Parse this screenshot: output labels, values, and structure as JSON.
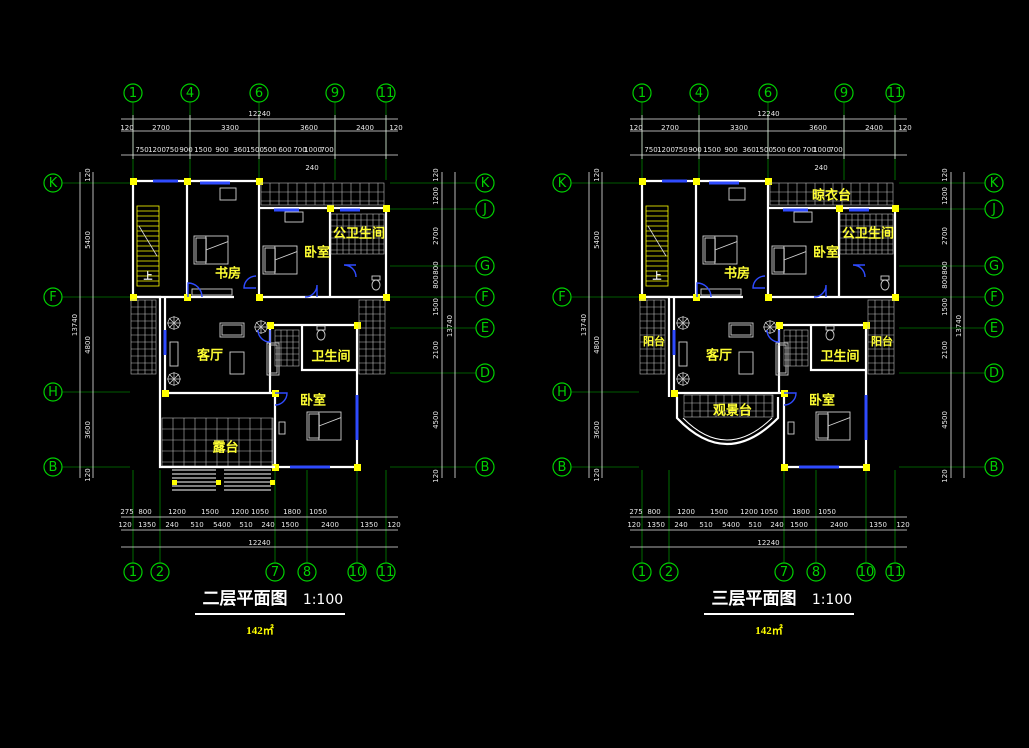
{
  "drawing": {
    "background": "#000000",
    "axis_color": "#00d000",
    "wall_color": "#ffffff",
    "label_color": "#ffff33",
    "window_color": "#2f4bff"
  },
  "plans": [
    {
      "id": "floor2",
      "title": "二层平面图",
      "scale": "1:100",
      "area": "142㎡",
      "top_axes": [
        "1",
        "4",
        "6",
        "9",
        "11"
      ],
      "bottom_axes": [
        "1",
        "2",
        "7",
        "8",
        "10",
        "11"
      ],
      "left_axes": [
        "K",
        "F",
        "H",
        "B"
      ],
      "right_axes": [
        "K",
        "J",
        "G",
        "F",
        "E",
        "D",
        "B"
      ],
      "top_overall": "12240",
      "top_row1": [
        "120",
        "2700",
        "3300",
        "3600",
        "2400",
        "120"
      ],
      "top_row2": [
        "750",
        "1200",
        "750",
        "900",
        "1500",
        "900",
        "360",
        "1500",
        "500",
        "600",
        "700",
        "1000",
        "700"
      ],
      "top_small": "240",
      "bottom_row1": [
        "275",
        "800",
        "1200",
        "1500",
        "1200",
        "1050",
        "1800",
        "1050"
      ],
      "bottom_row2": [
        "120",
        "1350",
        "240",
        "510",
        "5400",
        "510",
        "240",
        "1500",
        "2400",
        "1350",
        "120"
      ],
      "bottom_overall": "12240",
      "left_dims": [
        "120",
        "5400",
        "13740",
        "4800",
        "3600",
        "120"
      ],
      "right_dims": [
        "120",
        "1200",
        "2700",
        "800",
        "800",
        "1500",
        "13740",
        "2100",
        "4500",
        "120"
      ],
      "rooms": {
        "study": "书房",
        "bedroom_upper": "卧室",
        "public_bath": "公卫生间",
        "living": "客厅",
        "bath": "卫生间",
        "bedroom_lower": "卧室",
        "terrace": "露台",
        "stair_up": "上"
      }
    },
    {
      "id": "floor3",
      "title": "三层平面图",
      "scale": "1:100",
      "area": "142㎡",
      "top_axes": [
        "1",
        "4",
        "6",
        "9",
        "11"
      ],
      "bottom_axes": [
        "1",
        "2",
        "7",
        "8",
        "10",
        "11"
      ],
      "left_axes": [
        "K",
        "F",
        "H",
        "B"
      ],
      "right_axes": [
        "K",
        "J",
        "G",
        "F",
        "E",
        "D",
        "B"
      ],
      "top_overall": "12240",
      "top_row1": [
        "120",
        "2700",
        "3300",
        "3600",
        "2400",
        "120"
      ],
      "top_row2": [
        "750",
        "1200",
        "750",
        "900",
        "1500",
        "900",
        "360",
        "1500",
        "500",
        "600",
        "700",
        "1000",
        "700"
      ],
      "top_small": "240",
      "bottom_row1": [
        "275",
        "800",
        "1200",
        "1500",
        "1200",
        "1050",
        "1800",
        "1050"
      ],
      "bottom_row2": [
        "120",
        "1350",
        "240",
        "510",
        "5400",
        "510",
        "240",
        "1500",
        "2400",
        "1350",
        "120"
      ],
      "bottom_overall": "12240",
      "left_dims": [
        "120",
        "5400",
        "13740",
        "4800",
        "3600",
        "120"
      ],
      "right_dims": [
        "120",
        "1200",
        "2700",
        "800",
        "800",
        "1500",
        "13740",
        "2100",
        "4500",
        "120"
      ],
      "rooms": {
        "study": "书房",
        "bedroom_upper": "卧室",
        "public_bath": "公卫生间",
        "living": "客厅",
        "bath": "卫生间",
        "bedroom_lower": "卧室",
        "balcony_left": "阳台",
        "balcony_right": "阳台",
        "balcony_top": "晾衣台",
        "balcony_bottom": "观景台",
        "stair_up": "上"
      }
    }
  ]
}
